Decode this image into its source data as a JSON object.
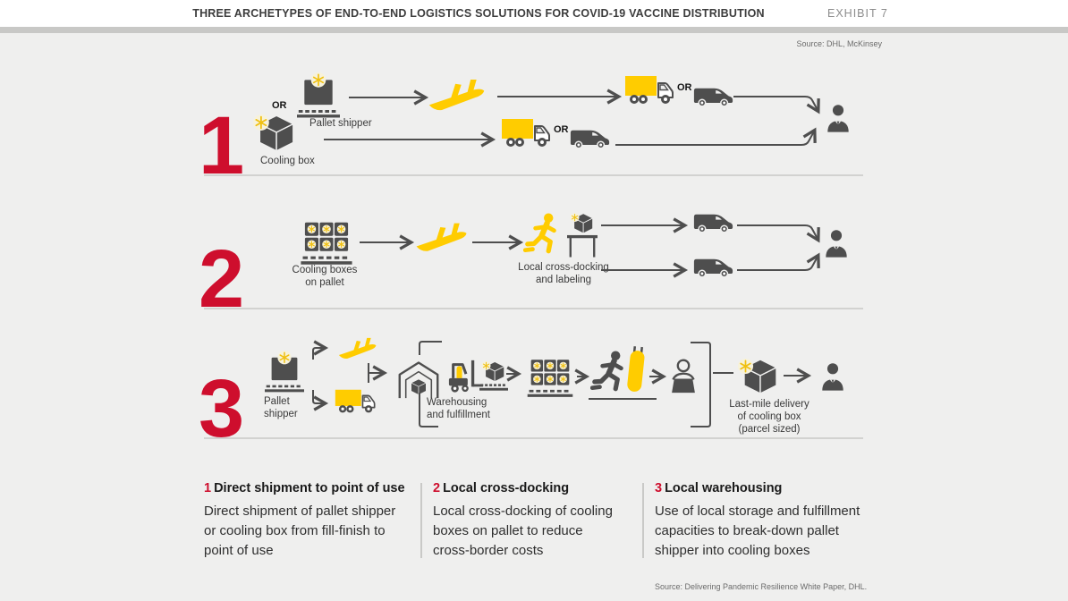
{
  "header": {
    "title": "THREE ARCHETYPES OF END-TO-END LOGISTICS SOLUTIONS FOR COVID-19 VACCINE DISTRIBUTION",
    "exhibit_label": "EXHIBIT 7"
  },
  "sources": {
    "top": "Source: DHL, McKinsey",
    "bottom": "Source: Delivering Pandemic Resilience White Paper, DHL."
  },
  "colors": {
    "accent_red": "#CE0E2D",
    "dhl_yellow": "#FFCC00",
    "icon_gray": "#4E4E4E",
    "background": "#EFEFEE"
  },
  "archetypes": [
    {
      "number": "1",
      "or_labels": [
        "OR",
        "OR",
        "OR"
      ],
      "labels": {
        "pallet_shipper": "Pallet shipper",
        "cooling_box": "Cooling box"
      }
    },
    {
      "number": "2",
      "labels": {
        "cooling_boxes_on_pallet": "Cooling boxes\non pallet",
        "cross_docking": "Local cross-docking\nand labeling"
      }
    },
    {
      "number": "3",
      "labels": {
        "pallet_shipper": "Pallet\nshipper",
        "warehousing": "Warehousing\nand fulfillment",
        "last_mile": "Last-mile delivery\nof cooling box\n(parcel sized)"
      }
    }
  ],
  "legend": [
    {
      "number": "1",
      "title": "Direct shipment to point of use",
      "body": "Direct shipment of pallet shipper\nor cooling box from fill-finish to\npoint of use"
    },
    {
      "number": "2",
      "title": "Local cross-docking",
      "body": "Local cross-docking of cooling\nboxes on pallet to reduce\ncross-border costs"
    },
    {
      "number": "3",
      "title": "Local warehousing",
      "body": "Use of local storage and fulfillment\ncapacities to break-down pallet\nshipper into cooling boxes"
    }
  ]
}
